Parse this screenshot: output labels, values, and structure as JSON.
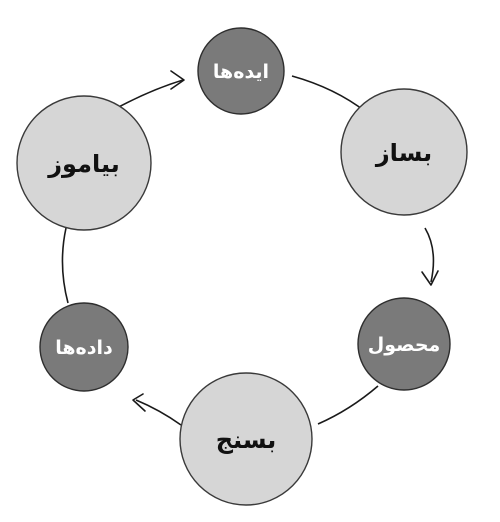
{
  "diagram": {
    "nodes": [
      {
        "id": "ideas",
        "label": "ایده‌ها",
        "style": "dark"
      },
      {
        "id": "build",
        "label": "بساز",
        "style": "light"
      },
      {
        "id": "product",
        "label": "محصول",
        "style": "dark"
      },
      {
        "id": "measure",
        "label": "بسنج",
        "style": "light"
      },
      {
        "id": "data",
        "label": "داده‌ها",
        "style": "dark"
      },
      {
        "id": "learn",
        "label": "بیاموز",
        "style": "light"
      }
    ],
    "colors": {
      "light_node": "#d6d6d6",
      "dark_node": "#7a7a7a",
      "line": "#1a1a1a"
    }
  }
}
